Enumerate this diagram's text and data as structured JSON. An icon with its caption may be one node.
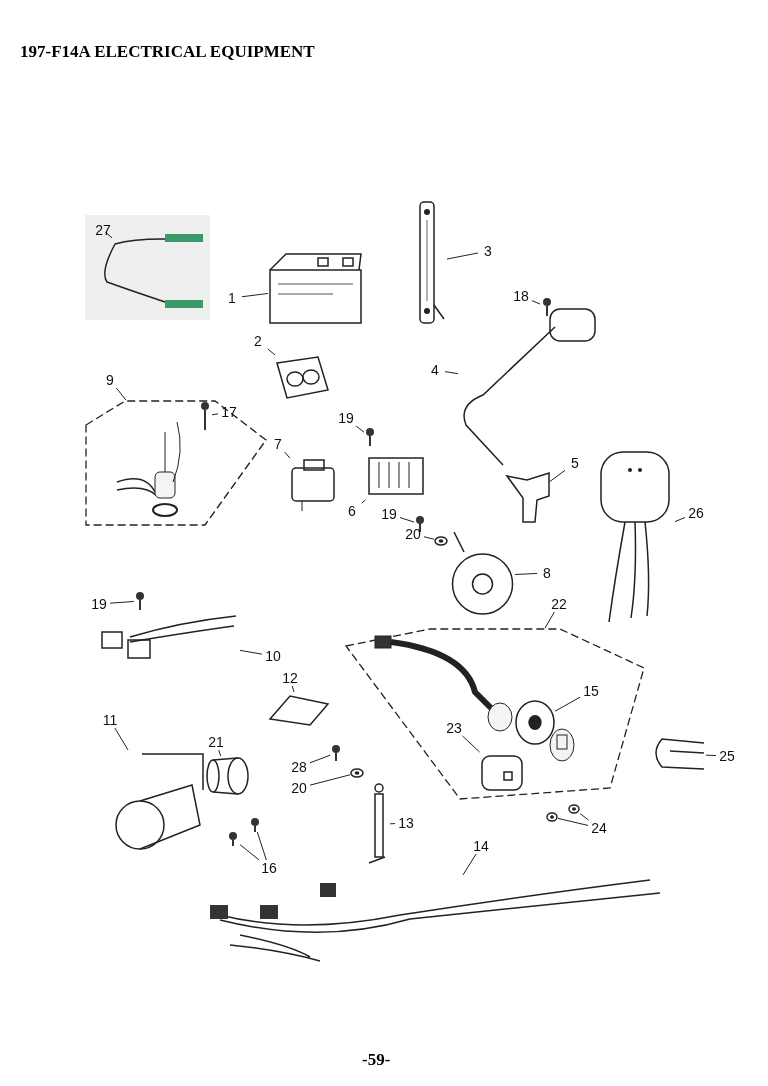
{
  "diagram": {
    "title": "197-F14A ELECTRICAL EQUIPMENT",
    "nodes": [
      {
        "text": [
          "27"
        ]
      },
      {
        "text": [],
        "shape": "picture"
      },
      {
        "text": [
          "1"
        ]
      },
      {
        "text": [],
        "shape": "picture"
      },
      {
        "text": [
          "3"
        ]
      },
      {
        "text": [],
        "shape": "picture"
      },
      {
        "text": [
          "18"
        ]
      },
      {
        "text": [],
        "shape": "picture"
      },
      {
        "text": [
          "2"
        ]
      },
      {
        "text": [],
        "shape": "picture"
      },
      {
        "text": [
          "4"
        ]
      },
      {
        "text": [],
        "shape": "picture"
      },
      {
        "text": [
          "9"
        ]
      },
      {
        "text": [],
        "shape": "box"
      },
      {
        "text": [
          "17"
        ],
        "in": 13
      },
      {
        "text": [],
        "shape": "picture",
        "in": 13
      },
      {
        "text": [
          "19"
        ]
      },
      {
        "text": [],
        "shape": "picture"
      },
      {
        "text": [
          "7"
        ]
      },
      {
        "text": [],
        "shape": "picture"
      },
      {
        "text": [
          "6"
        ]
      },
      {
        "text": [],
        "shape": "picture"
      },
      {
        "text": [
          "5"
        ]
      },
      {
        "text": [],
        "shape": "picture"
      },
      {
        "text": [
          "26"
        ]
      },
      {
        "text": [],
        "shape": "picture"
      },
      {
        "text": [
          "19"
        ]
      },
      {
        "text": [],
        "shape": "picture"
      },
      {
        "text": [
          "20"
        ]
      },
      {
        "text": [],
        "shape": "picture"
      },
      {
        "text": [
          "8"
        ]
      },
      {
        "text": [],
        "shape": "picture"
      },
      {
        "text": [
          "19"
        ]
      },
      {
        "text": [],
        "shape": "picture"
      },
      {
        "text": [
          "10"
        ]
      },
      {
        "text": [],
        "shape": "picture"
      },
      {
        "text": [
          "22"
        ]
      },
      {
        "text": [],
        "shape": "box"
      },
      {
        "text": [
          "15"
        ],
        "in": 37
      },
      {
        "text": [],
        "shape": "picture",
        "in": 37
      },
      {
        "text": [
          "12"
        ]
      },
      {
        "text": [],
        "shape": "picture"
      },
      {
        "text": [
          "11"
        ]
      },
      {
        "text": [],
        "shape": "picture"
      },
      {
        "text": [
          "21"
        ]
      },
      {
        "text": [],
        "shape": "picture"
      },
      {
        "text": [
          "28"
        ]
      },
      {
        "text": [],
        "shape": "picture"
      },
      {
        "text": [
          "20"
        ]
      },
      {
        "text": [],
        "shape": "picture"
      },
      {
        "text": [
          "25"
        ]
      },
      {
        "text": [],
        "shape": "picture"
      },
      {
        "text": [
          "23"
        ],
        "in": 37
      },
      {
        "text": [],
        "shape": "picture",
        "in": 37
      },
      {
        "text": [
          "13"
        ]
      },
      {
        "text": [],
        "shape": "picture"
      },
      {
        "text": [
          "24"
        ]
      },
      {
        "text": [],
        "shape": "picture"
      },
      {
        "text": [],
        "shape": "picture"
      },
      {
        "text": [
          "16"
        ]
      },
      {
        "text": [],
        "shape": "picture"
      },
      {
        "text": [],
        "shape": "picture"
      },
      {
        "text": [
          "14"
        ]
      },
      {
        "text": [],
        "shape": "picture"
      }
    ],
    "edges": [
      {
        "from": 0,
        "to": 1,
        "arrow": "none"
      },
      {
        "from": 2,
        "to": 3,
        "arrow": "none"
      },
      {
        "from": 4,
        "to": 5,
        "arrow": "none"
      },
      {
        "from": 6,
        "to": 7,
        "arrow": "none"
      },
      {
        "from": 8,
        "to": 9,
        "arrow": "none"
      },
      {
        "from": 10,
        "to": 11,
        "arrow": "none"
      },
      {
        "from": 12,
        "to": 13,
        "arrow": "none"
      },
      {
        "from": 14,
        "to": 15,
        "arrow": "none"
      },
      {
        "from": 16,
        "to": 17,
        "arrow": "none"
      },
      {
        "from": 18,
        "to": 19,
        "arrow": "none"
      },
      {
        "from": 20,
        "to": 21,
        "arrow": "none"
      },
      {
        "from": 22,
        "to": 23,
        "arrow": "none"
      },
      {
        "from": 24,
        "to": 25,
        "arrow": "none"
      },
      {
        "from": 26,
        "to": 27,
        "arrow": "none"
      },
      {
        "from": 28,
        "to": 29,
        "arrow": "none"
      },
      {
        "from": 30,
        "to": 31,
        "arrow": "none"
      },
      {
        "from": 32,
        "to": 33,
        "arrow": "none"
      },
      {
        "from": 34,
        "to": 35,
        "arrow": "none"
      },
      {
        "from": 36,
        "to": 37,
        "arrow": "none"
      },
      {
        "from": 38,
        "to": 39,
        "arrow": "none"
      },
      {
        "from": 40,
        "to": 41,
        "arrow": "none"
      },
      {
        "from": 42,
        "to": 43,
        "arrow": "none"
      },
      {
        "from": 44,
        "to": 45,
        "arrow": "none"
      },
      {
        "from": 46,
        "to": 47,
        "arrow": "none"
      },
      {
        "from": 48,
        "to": 49,
        "arrow": "none"
      },
      {
        "from": 50,
        "to": 51,
        "arrow": "none"
      },
      {
        "from": 52,
        "to": 53,
        "arrow": "none"
      },
      {
        "from": 54,
        "to": 55,
        "arrow": "none"
      },
      {
        "from": 56,
        "to": 57,
        "arrow": "none"
      },
      {
        "from": 56,
        "to": 58,
        "arrow": "none"
      },
      {
        "from": 59,
        "to": 60,
        "arrow": "none"
      },
      {
        "from": 59,
        "to": 61,
        "arrow": "none"
      },
      {
        "from": 62,
        "to": 63,
        "arrow": "none"
      }
    ],
    "labels": [
      "-59-"
    ]
  }
}
